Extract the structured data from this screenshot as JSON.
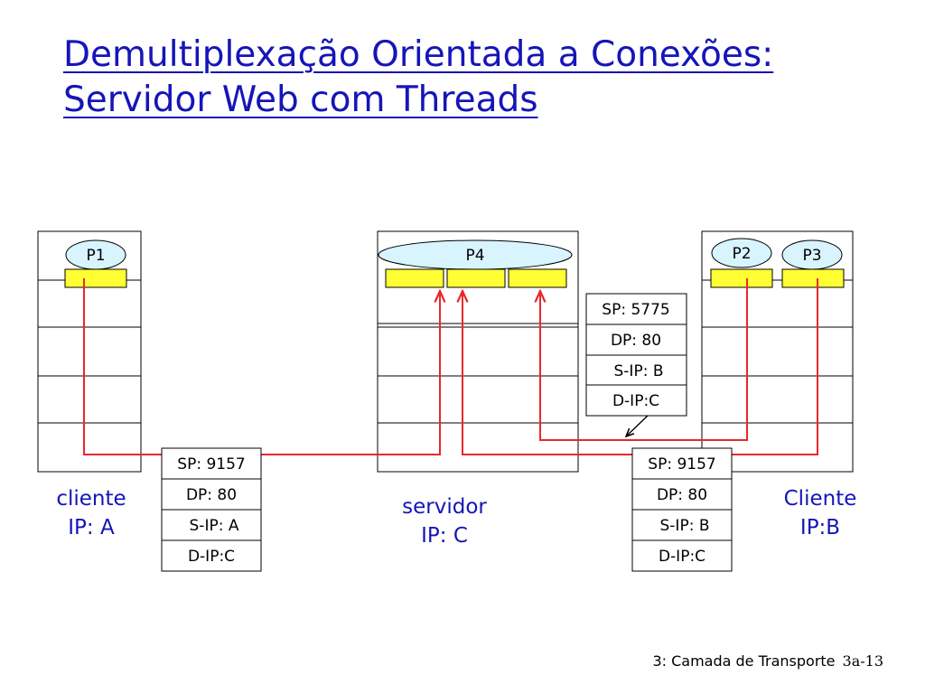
{
  "title": {
    "line1": "Demultiplexação Orientada a Conexões:",
    "line2": "Servidor Web com Threads"
  },
  "colors": {
    "title": "#1515b8",
    "socket_fill": "#ffff33",
    "process_fill": "#d7f4ff",
    "connection_line": "#e8282d"
  },
  "processes": {
    "p1": "P1",
    "p4": "P4",
    "p2": "P2",
    "p3": "P3"
  },
  "segment_left": {
    "sp": "SP: 9157",
    "dp": "DP: 80",
    "sip": "S-IP: A",
    "dip": "D-IP:C"
  },
  "segment_right": {
    "sp": "SP: 9157",
    "dp": "DP: 80",
    "sip": "S-IP: B",
    "dip": "D-IP:C"
  },
  "segment_upper": {
    "sp": "SP: 5775",
    "dp": "DP: 80",
    "sip": "S-IP: B",
    "dip": "D-IP:C"
  },
  "hosts": {
    "client_a": {
      "line1": "cliente",
      "line2": "IP: A"
    },
    "server": {
      "line1": "servidor",
      "line2": "IP: C"
    },
    "client_b": {
      "line1": "Cliente",
      "line2": "IP:B"
    }
  },
  "footer": {
    "chapter": "3: Camada de Transporte",
    "page": "3a-13"
  }
}
